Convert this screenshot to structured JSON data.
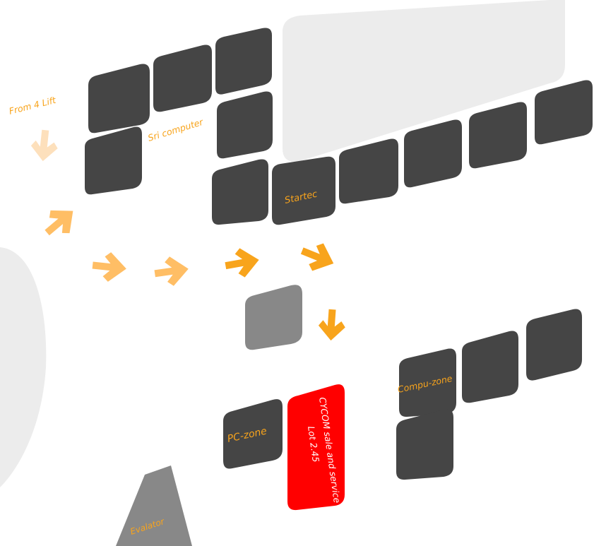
{
  "title": "",
  "colors": {
    "shop": "#454545",
    "unit_grey": "#888888",
    "highlight": "#ff0000",
    "arrow_light": "#fde0bc",
    "arrow_mid": "#ffbe65",
    "arrow_strong": "#f8a41c",
    "label": "#f8a41c",
    "area": "#ececec",
    "highlight_text": "#ffffff"
  },
  "labels": {
    "from_lift": "From 4 Lift",
    "sri_computer": "Sri computer",
    "startec": "Startec",
    "compu_zone": "Compu-zone",
    "pc_zone": "PC-zone",
    "cycom_line1": "CYCOM sale and service",
    "cycom_line2": "Lot 2.45",
    "elevator": "Evalator"
  },
  "icons": [
    "arrow-down-icon",
    "arrow-right-icon"
  ]
}
